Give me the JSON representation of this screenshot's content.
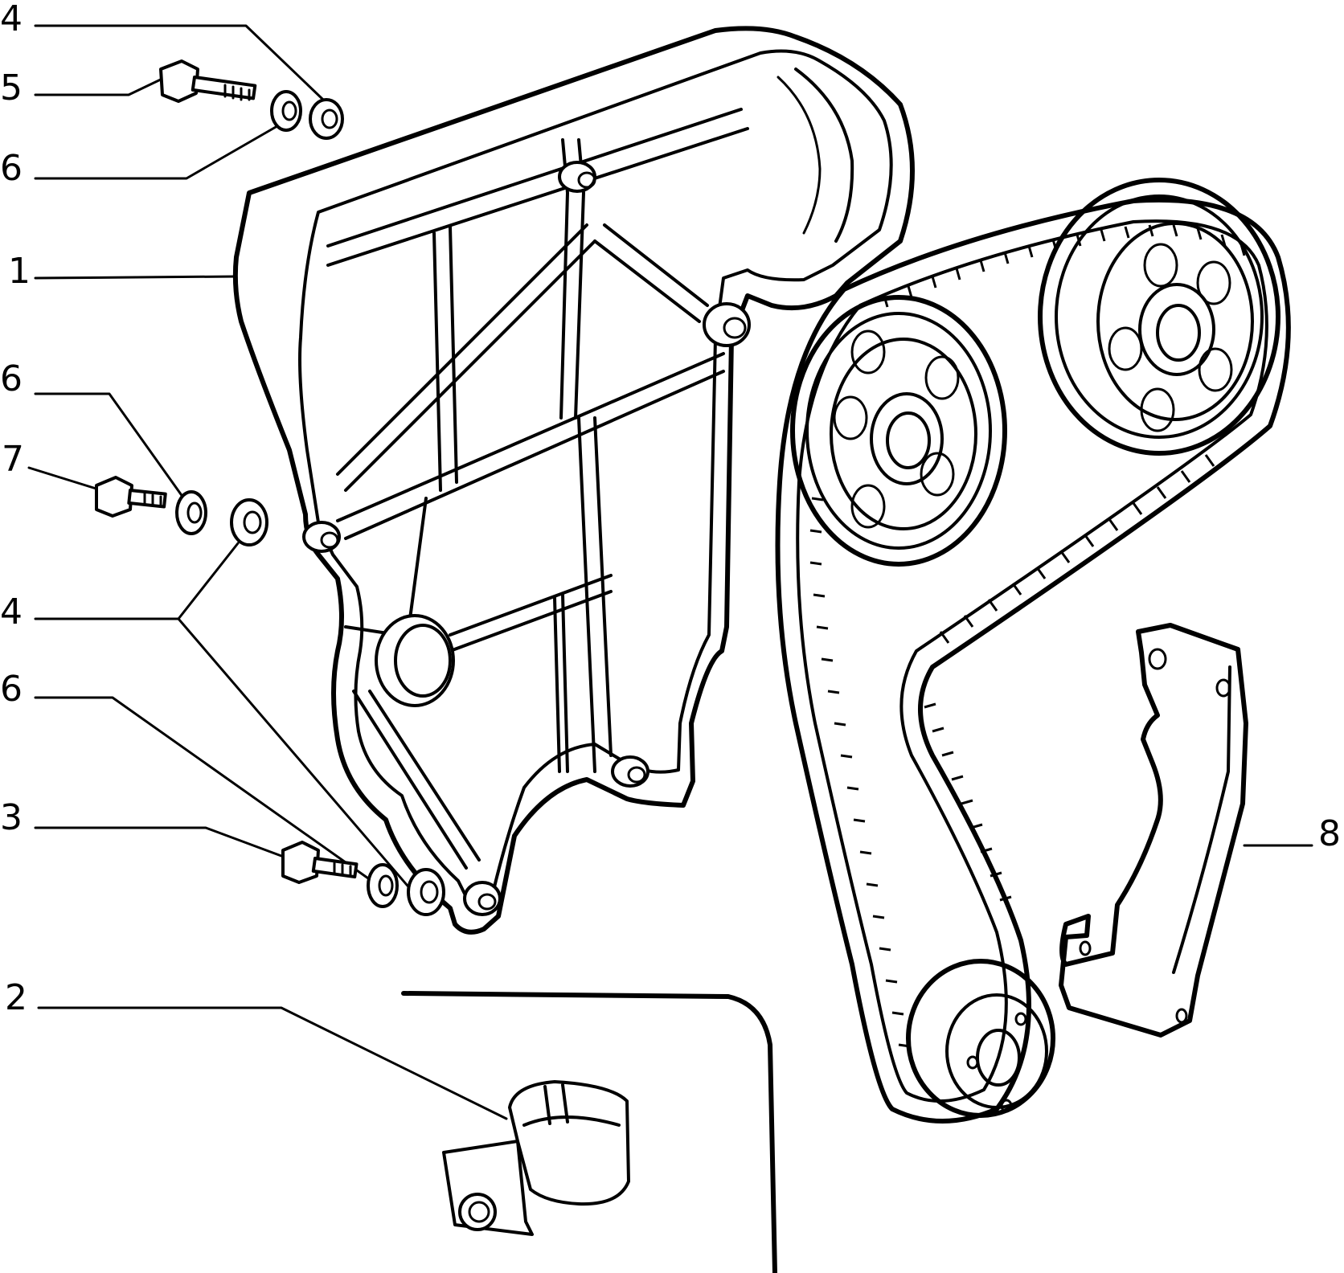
{
  "diagram": {
    "callouts": [
      {
        "id": "c4a",
        "label": "4"
      },
      {
        "id": "c5",
        "label": "5"
      },
      {
        "id": "c6a",
        "label": "6"
      },
      {
        "id": "c1",
        "label": "1"
      },
      {
        "id": "c6b",
        "label": "6"
      },
      {
        "id": "c7",
        "label": "7"
      },
      {
        "id": "c4b",
        "label": "4"
      },
      {
        "id": "c6c",
        "label": "6"
      },
      {
        "id": "c3",
        "label": "3"
      },
      {
        "id": "c2",
        "label": "2"
      },
      {
        "id": "c8",
        "label": "8"
      }
    ],
    "line_color": "#000000",
    "background": "#ffffff"
  }
}
